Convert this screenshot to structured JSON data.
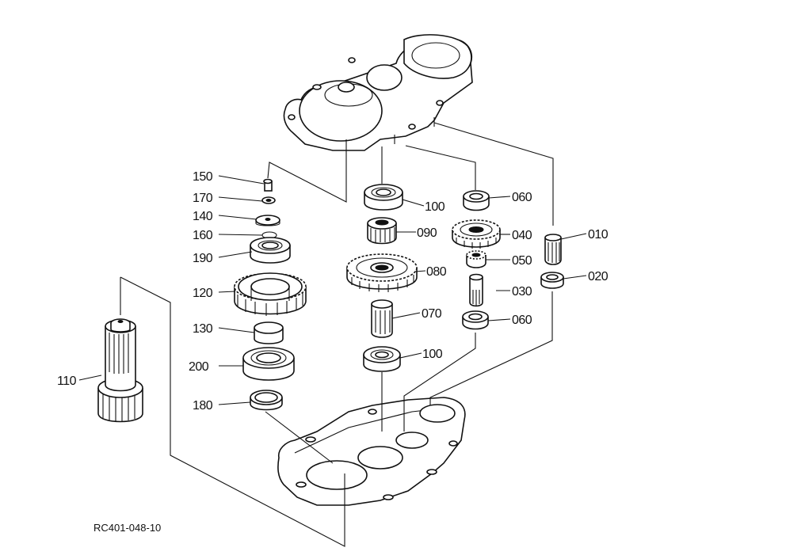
{
  "labels": {
    "p010": "010",
    "p020": "020",
    "p030": "030",
    "p040": "040",
    "p050": "050",
    "p060a": "060",
    "p060b": "060",
    "p070": "070",
    "p080": "080",
    "p090": "090",
    "p100a": "100",
    "p100b": "100",
    "p110": "110",
    "p120": "120",
    "p130": "130",
    "p140": "140",
    "p150": "150",
    "p160": "160",
    "p170": "170",
    "p180": "180",
    "p190": "190",
    "p200": "200"
  },
  "drawing_code": "RC401-048-10"
}
